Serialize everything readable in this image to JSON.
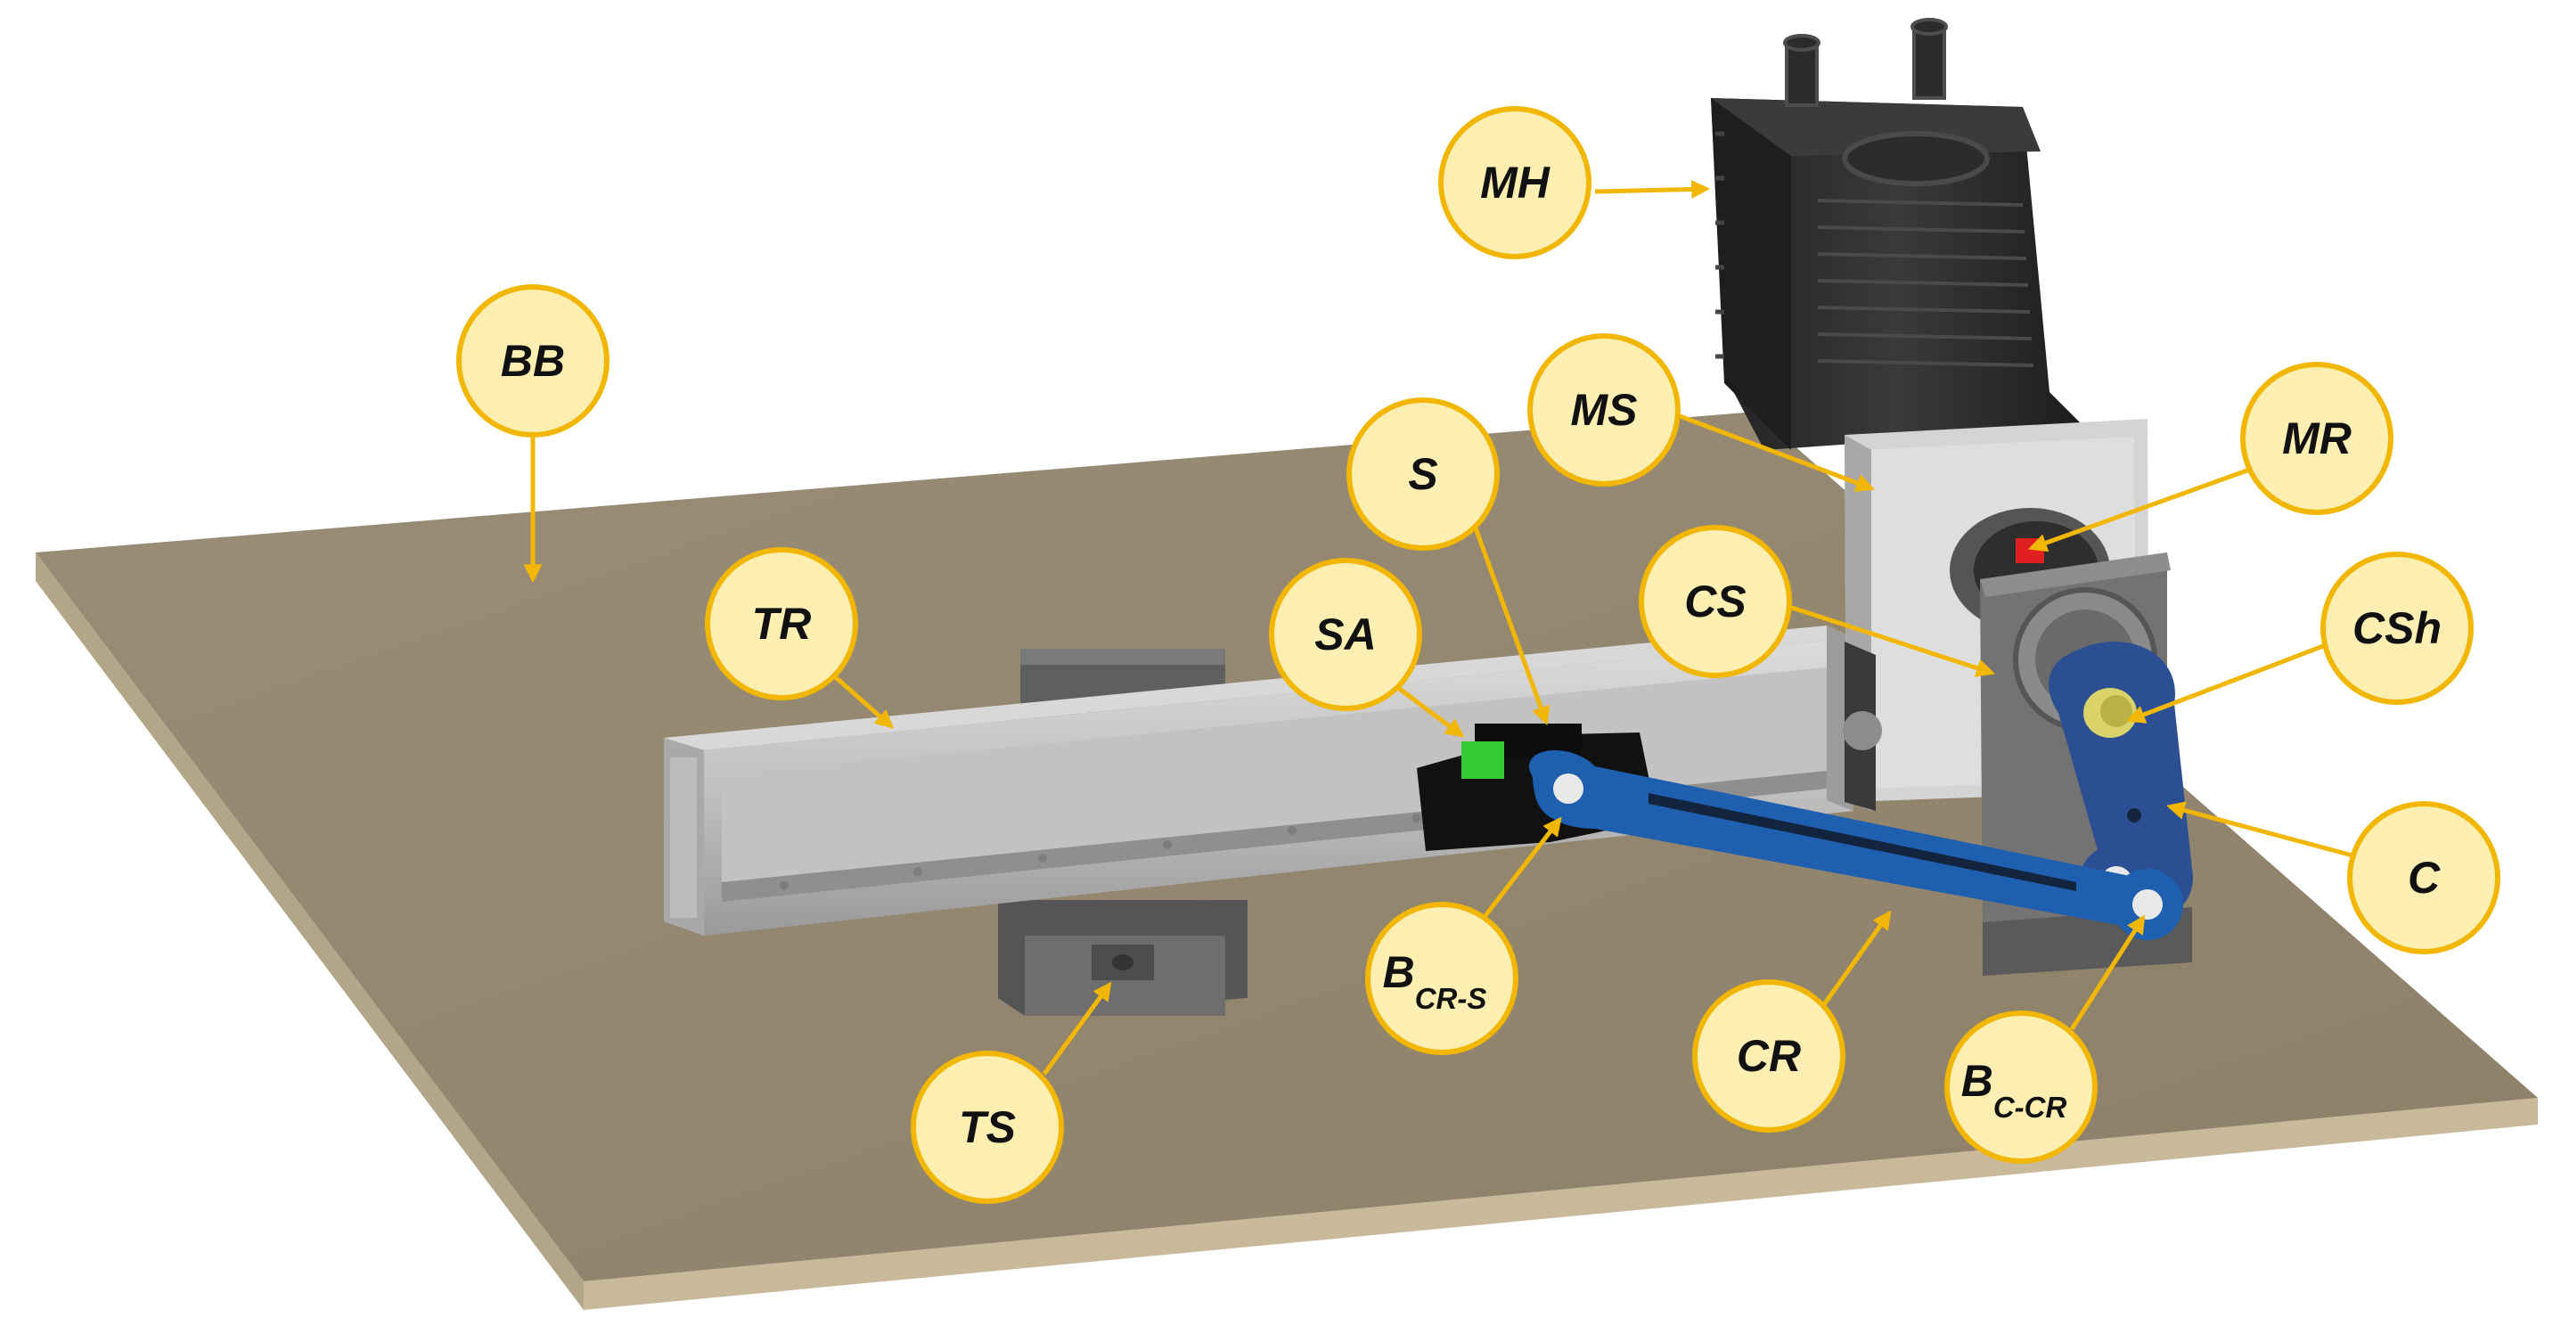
{
  "colors": {
    "callout_fill": "#fdefb2",
    "callout_stroke": "#f2b705",
    "arrow": "#f2b705",
    "baseboard_top": "#978a74",
    "baseboard_edge": "#c8b99a",
    "rail_light": "#c9c9c9",
    "rail_mid": "#a9a9a9",
    "support_gray": "#6b6b6b",
    "motor_black": "#2a2a2a",
    "plate_light": "#d6d6d6",
    "crank_gray": "#707070",
    "link_blue": "#1f5fb0",
    "crank_blue": "#2b4f92",
    "slider_black": "#111111",
    "sensor_green": "#33cc33",
    "marker_red": "#e02020",
    "shaft_yellow": "#d9d36a"
  },
  "callouts": [
    {
      "id": "mh",
      "text": "MH",
      "sub": ""
    },
    {
      "id": "bb",
      "text": "BB",
      "sub": ""
    },
    {
      "id": "ms",
      "text": "MS",
      "sub": ""
    },
    {
      "id": "mr",
      "text": "MR",
      "sub": ""
    },
    {
      "id": "s",
      "text": "S",
      "sub": ""
    },
    {
      "id": "tr",
      "text": "TR",
      "sub": ""
    },
    {
      "id": "sa",
      "text": "SA",
      "sub": ""
    },
    {
      "id": "cs",
      "text": "CS",
      "sub": ""
    },
    {
      "id": "csh",
      "text": "CSh",
      "sub": ""
    },
    {
      "id": "c",
      "text": "C",
      "sub": ""
    },
    {
      "id": "bcrs",
      "text": "B",
      "sub": "CR-S"
    },
    {
      "id": "cr",
      "text": "CR",
      "sub": ""
    },
    {
      "id": "bccr",
      "text": "B",
      "sub": "C-CR"
    },
    {
      "id": "ts",
      "text": "TS",
      "sub": ""
    }
  ]
}
